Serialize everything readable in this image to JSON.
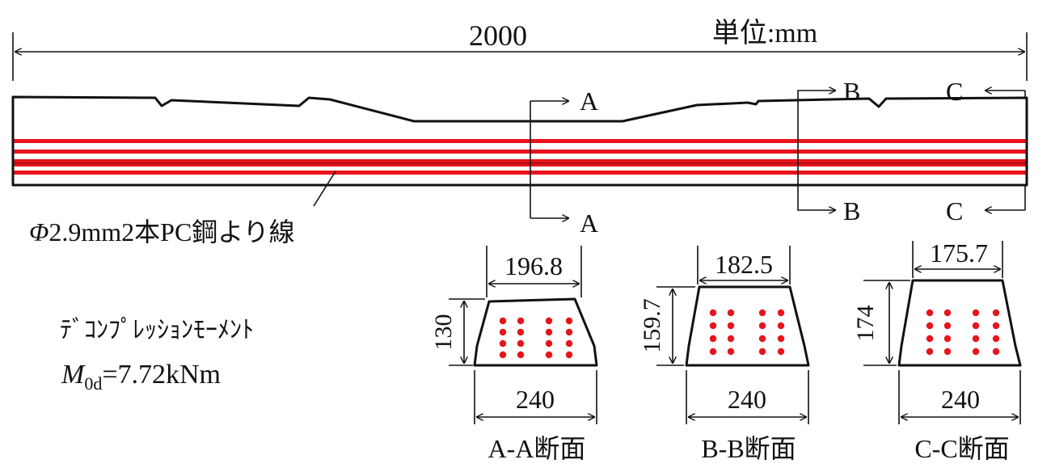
{
  "drawing": {
    "unit_label": "単位:mm",
    "overall_length": "2000",
    "strand_label_prefix": "Φ",
    "strand_label_rest": "2.9mm2本PC鋼より線",
    "decompression_label": "ﾃﾞｺﾝﾌﾟﾚｯｼｮﾝﾓｰﾒﾝﾄ",
    "moment_symbol": "M",
    "moment_subscript": "0d",
    "moment_value": "=7.72kNm",
    "colors": {
      "strand": "#e8141c",
      "line": "#111111"
    }
  },
  "cuts": [
    {
      "letter": "A"
    },
    {
      "letter": "B"
    },
    {
      "letter": "C"
    }
  ],
  "sections": [
    {
      "name": "A-A断面",
      "top_width": "196.8",
      "bottom_width": "240",
      "height": "130"
    },
    {
      "name": "B-B断面",
      "top_width": "182.5",
      "bottom_width": "240",
      "height": "159.7"
    },
    {
      "name": "C-C断面",
      "top_width": "175.7",
      "bottom_width": "240",
      "height": "174"
    }
  ]
}
